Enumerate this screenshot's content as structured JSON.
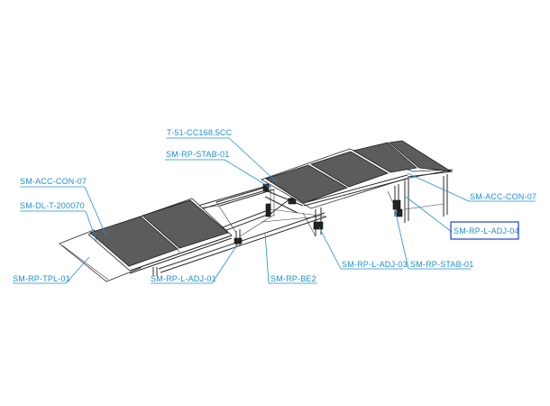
{
  "labels": {
    "t51": "T-51-CC168,5CC",
    "stab_top": "SM-RP-STAB-01",
    "acc_con_left": "SM-ACC-CON-07",
    "dl_t": "SM-DL-T-200070",
    "acc_con_right": "SM-ACC-CON-07",
    "adj04": "SM-RP-L-ADJ-04",
    "adj03": "SM-RP-L-ADJ-03",
    "stab_bottom": "SM-RP-STAB-01",
    "tpl": "SM-RP-TPL-01",
    "adj01": "SM-RP-L-ADJ-01",
    "be2": "SM-RP-BE2"
  },
  "colors": {
    "callout": "#1e8fd6",
    "highlight_box": "#1a3fd6",
    "deck_surface": "#5c5c5c",
    "frame": "#2a2a2a"
  }
}
